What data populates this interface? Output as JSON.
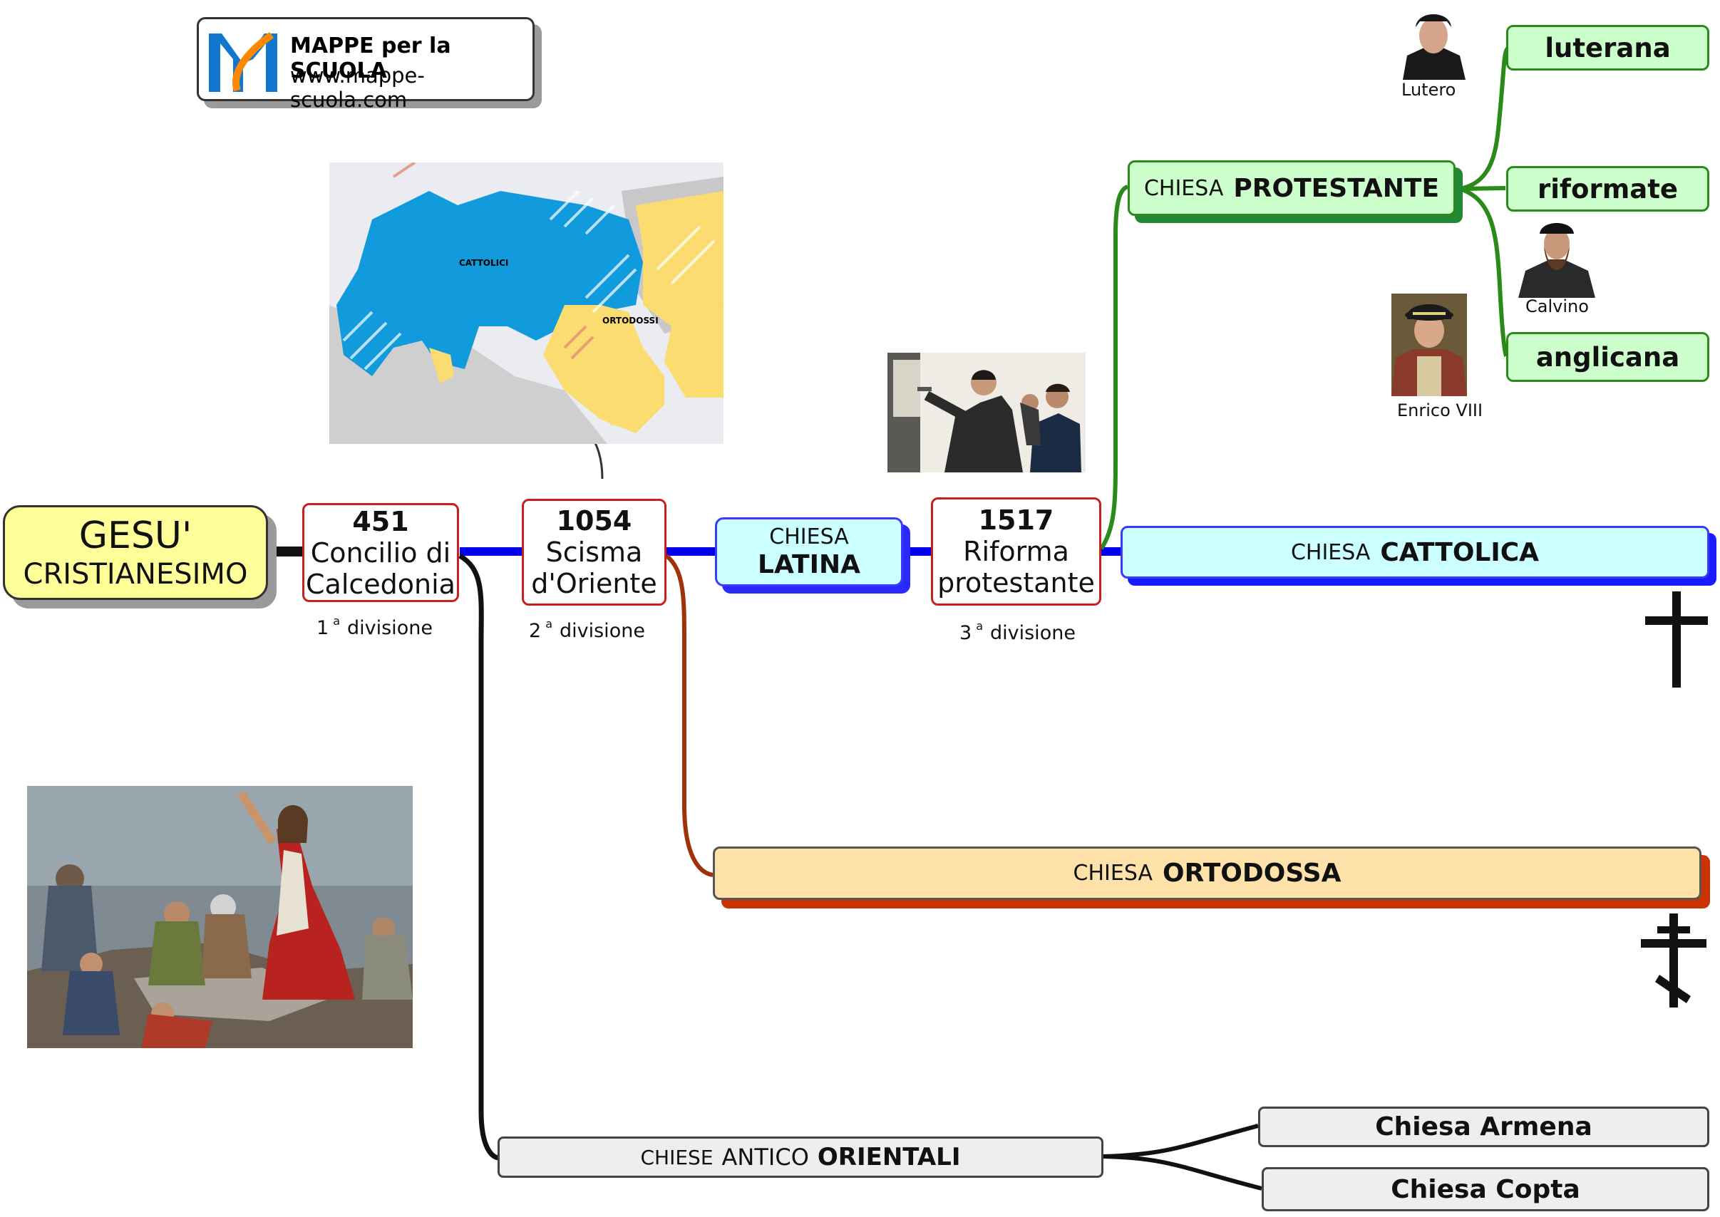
{
  "logo": {
    "mark": "M",
    "title": "MAPPE per la SCUOLA",
    "url": "www.mappe-scuola.com"
  },
  "root": {
    "line1": "GESU'",
    "line2": "CRISTIANESIMO"
  },
  "events": [
    {
      "year": "451",
      "line1": "Concilio di",
      "line2": "Calcedonia",
      "num": "1",
      "sup": "a",
      "label": "divisione"
    },
    {
      "year": "1054",
      "line1": "Scisma",
      "line2": "d'Oriente",
      "num": "2",
      "sup": "a",
      "label": "divisione"
    },
    {
      "year": "1517",
      "line1": "Riforma",
      "line2": "protestante",
      "num": "3",
      "sup": "a",
      "label": "divisione"
    }
  ],
  "latina": {
    "prefix": "CHIESA",
    "name": "LATINA"
  },
  "cattolica": {
    "prefix": "CHIESA",
    "name": "CATTOLICA"
  },
  "ortodossa": {
    "prefix": "CHIESA",
    "name": "ORTODOSSA"
  },
  "protestante": {
    "prefix": "CHIESA",
    "name": "PROTESTANTE",
    "branches": [
      "luterana",
      "riformate",
      "anglicana"
    ]
  },
  "orientali": {
    "part1": "CHIESE",
    "part2": "ANTICO",
    "name": "ORIENTALI",
    "branches": [
      "Chiesa Armena",
      "Chiesa Copta"
    ]
  },
  "map": {
    "label_west": "CATTOLICI",
    "label_east": "ORTODOSSI"
  },
  "portraits": {
    "lutero": "Lutero",
    "calvino": "Calvino",
    "enrico": "Enrico VIII"
  },
  "colors": {
    "root_fill": "#ffff99",
    "latina_fill": "#ccffff",
    "latina_border": "#3a3aff",
    "cattolica_fill": "#ccffff",
    "cattolica_shadow": "#1a1aff",
    "ortodossa_fill": "#ffe2aa",
    "ortodossa_shadow": "#cc3300",
    "protestante_fill": "#ccffcc",
    "protestante_shadow": "#228833",
    "orientali_fill": "#eeeeee",
    "event_border": "#c8201c",
    "timeline": "#0000ee"
  }
}
